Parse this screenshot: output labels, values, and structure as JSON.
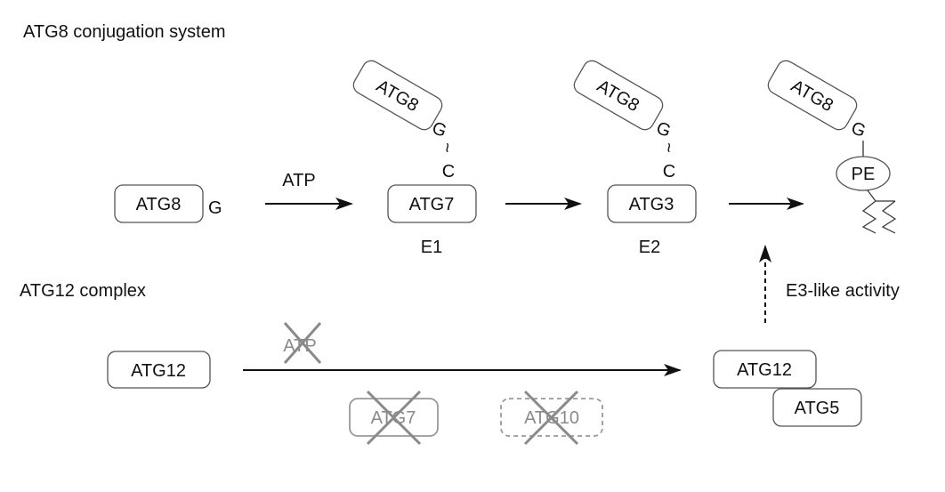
{
  "sections": {
    "atg8": "ATG8 conjugation system",
    "atg12": "ATG12 complex"
  },
  "atg8_pathway": {
    "start": {
      "protein": "ATG8",
      "residue": "G"
    },
    "step1_label": "ATP",
    "e1": {
      "enzyme": "ATG7",
      "role": "E1",
      "conjugate": "ATG8",
      "g": "G",
      "bond": "~",
      "c": "C"
    },
    "e2": {
      "enzyme": "ATG3",
      "role": "E2",
      "conjugate": "ATG8",
      "g": "G",
      "bond": "~",
      "c": "C"
    },
    "product": {
      "protein": "ATG8",
      "g": "G",
      "lipid": "PE"
    }
  },
  "atg12_pathway": {
    "start": "ATG12",
    "crossed_cofactor": "ATP",
    "crossed_enzymes": [
      "ATG7",
      "ATG10"
    ],
    "complex": [
      "ATG12",
      "ATG5"
    ],
    "e3_label": "E3-like activity"
  },
  "colors": {
    "stroke": "#111111",
    "inactive": "#8a8a8a"
  }
}
